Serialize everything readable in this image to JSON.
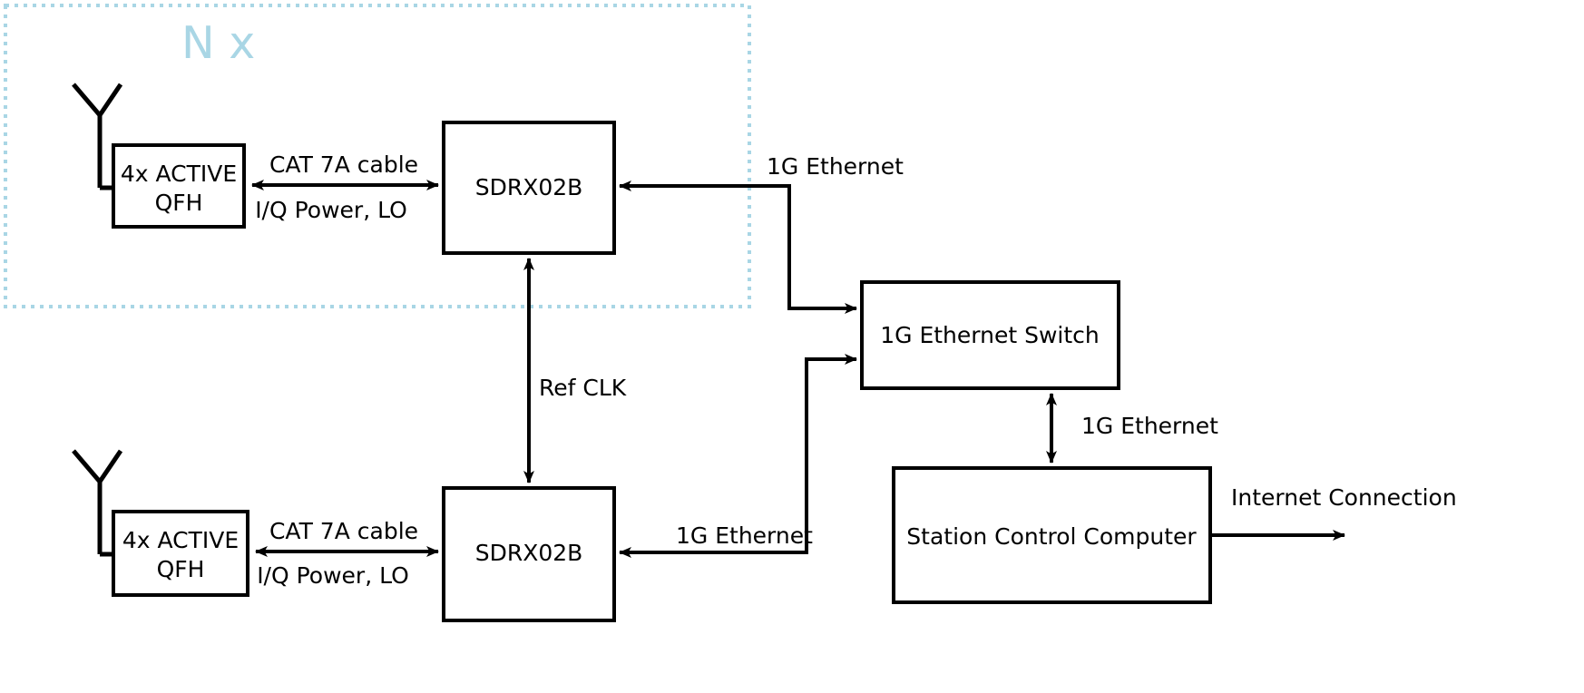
{
  "diagram": {
    "title_visible": false,
    "group": {
      "label": "N x",
      "border_color": "#a9d6e5",
      "border_style": "dotted"
    },
    "colors": {
      "stroke": "#000000",
      "background": "#ffffff",
      "group_accent": "#a9d6e5"
    },
    "nodes": [
      {
        "id": "antenna-top",
        "type": "antenna",
        "label": ""
      },
      {
        "id": "qfh-top",
        "type": "box",
        "label_line1": "4x ACTIVE",
        "label_line2": "QFH"
      },
      {
        "id": "sdrx-top",
        "type": "box",
        "label": "SDRX02B"
      },
      {
        "id": "antenna-bottom",
        "type": "antenna",
        "label": ""
      },
      {
        "id": "qfh-bottom",
        "type": "box",
        "label_line1": "4x ACTIVE",
        "label_line2": "QFH"
      },
      {
        "id": "sdrx-bottom",
        "type": "box",
        "label": "SDRX02B"
      },
      {
        "id": "switch",
        "type": "box",
        "label": "1G Ethernet Switch"
      },
      {
        "id": "scc",
        "type": "box",
        "label": "Station Control Computer"
      }
    ],
    "edges": [
      {
        "id": "qfh-top-to-sdrx-top",
        "label_above": "CAT 7A cable",
        "label_below": "I/Q Power, LO",
        "arrows": "both"
      },
      {
        "id": "qfh-bottom-to-sdrx-bottom",
        "label_above": "CAT 7A cable",
        "label_below": "I/Q Power, LO",
        "arrows": "both"
      },
      {
        "id": "switch-to-sdrx-top",
        "label": "1G Ethernet",
        "arrows": "both"
      },
      {
        "id": "switch-to-sdrx-bottom",
        "label": "1G Ethernet",
        "arrows": "both"
      },
      {
        "id": "sdrx-top-to-sdrx-bottom",
        "label": "Ref CLK",
        "arrows": "both"
      },
      {
        "id": "switch-to-scc",
        "label": "1G Ethernet",
        "arrows": "both"
      },
      {
        "id": "scc-to-internet",
        "label": "Internet Connection",
        "arrows": "end"
      }
    ]
  }
}
